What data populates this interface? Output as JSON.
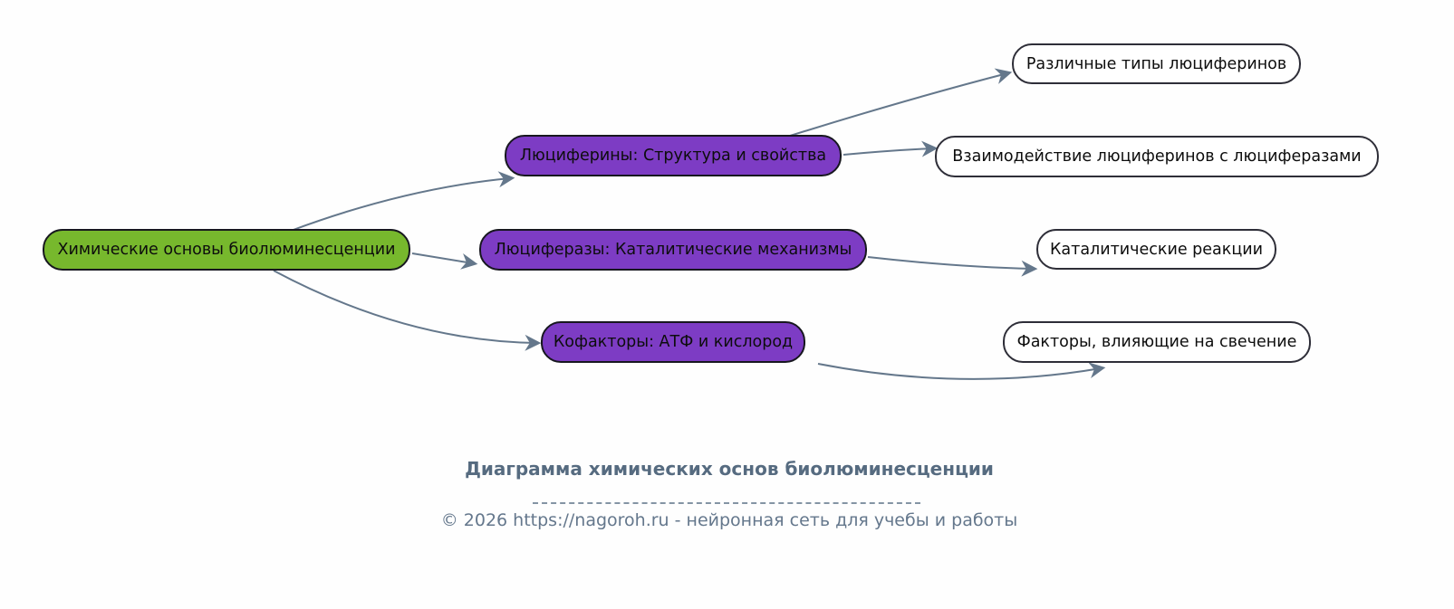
{
  "diagram": {
    "root": {
      "label": "Химические основы биолюминесценции"
    },
    "branches": [
      {
        "label": "Люциферины: Структура и свойства",
        "children": [
          "Различные типы люциферинов",
          "Взаимодействие люциферинов с люциферазами"
        ]
      },
      {
        "label": "Люциферазы: Каталитические механизмы",
        "children": [
          "Каталитические реакции"
        ]
      },
      {
        "label": "Кофакторы: АТФ и кислород",
        "children": [
          "Факторы, влияющие на свечение"
        ]
      }
    ]
  },
  "footer": {
    "title": "Диаграмма химических основ биолюминесценции",
    "copyright": "© 2026 https://nagoroh.ru - нейронная сеть для учебы и работы"
  },
  "colors": {
    "root_fill": "#77b82d",
    "branch_fill": "#7d3cc4",
    "leaf_fill": "#ffffff",
    "node_border": "#17171f",
    "edge": "#64778b",
    "footer_title": "#566b80",
    "footer_line": "#8494a4",
    "footer_text": "#64778c"
  }
}
